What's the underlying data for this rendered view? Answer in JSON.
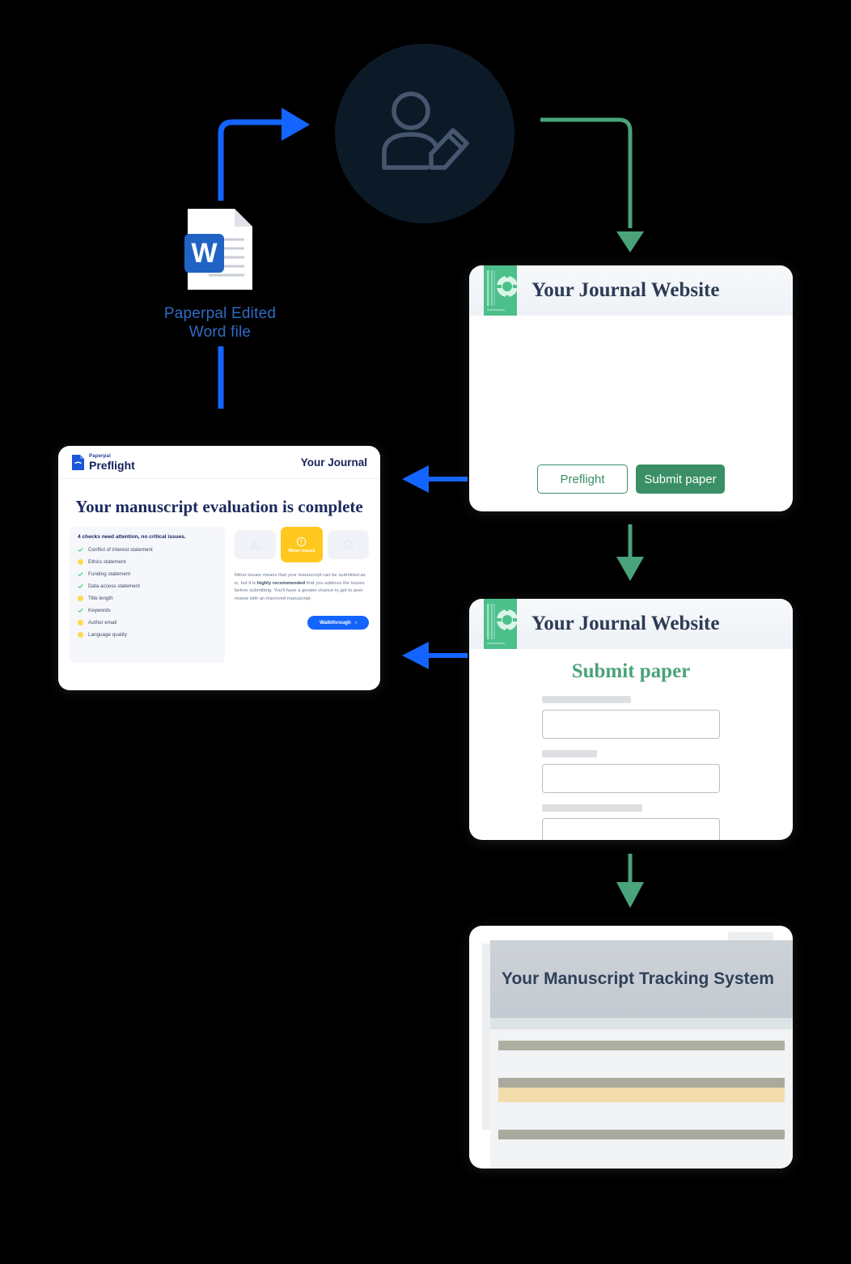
{
  "flow": {
    "avatar": {
      "icon": "author-edit-icon"
    },
    "word_file": {
      "icon": "word-document-icon",
      "badge_letter": "W",
      "label_line1": "Paperpal Edited",
      "label_line2": "Word file"
    },
    "colors": {
      "arrow_blue": "#1464ff",
      "arrow_green": "#4aa37a",
      "journal_green": "#3a8f66",
      "badge_yellow": "#ffc81f",
      "brand_navy": "#16225c",
      "background": "#000000"
    }
  },
  "preflight": {
    "logo_small": "Paperpal",
    "logo_large": "Preflight",
    "journal_name": "Your Journal",
    "title": "Your manuscript evaluation is complete",
    "checks_heading": "4 checks need attention, no critical issues.",
    "checks": [
      {
        "label": "Conflict of interest statement",
        "status": "pass"
      },
      {
        "label": "Ethics statement",
        "status": "warn"
      },
      {
        "label": "Funding statement",
        "status": "pass"
      },
      {
        "label": "Data access statement",
        "status": "pass"
      },
      {
        "label": "Title length",
        "status": "warn"
      },
      {
        "label": "Keywords",
        "status": "pass"
      },
      {
        "label": "Author email",
        "status": "warn"
      },
      {
        "label": "Language quality",
        "status": "warn"
      }
    ],
    "badges": [
      {
        "icon": "warning-triangle-icon",
        "label": "",
        "active": false
      },
      {
        "icon": "exclamation-circle-icon",
        "label": "Minor issues",
        "active": true
      },
      {
        "icon": "check-circle-icon",
        "label": "",
        "active": false
      }
    ],
    "status_text_1": "Minor issues means that your manuscript can be submitted as is, but it is ",
    "status_text_bold": "highly recommended",
    "status_text_2": " that you address the issues before submitting. You'll have a greater chance to get to peer review with an improved manuscript.",
    "walkthrough_label": "Walkthrough",
    "walkthrough_arrow": "›"
  },
  "journal_site": {
    "title": "Your Journal Website",
    "logo": "journal-cover-gear-icon",
    "preflight_button": "Preflight",
    "submit_button": "Submit paper"
  },
  "submit_form": {
    "title": "Your Journal Website",
    "heading": "Submit paper",
    "fields": [
      {
        "label_width": 110,
        "value": "",
        "placeholder": ""
      },
      {
        "label_width": 68,
        "value": "",
        "placeholder": ""
      },
      {
        "label_width": 124,
        "value": "",
        "placeholder": ""
      }
    ]
  },
  "tracking": {
    "title": "Your Manuscript Tracking System",
    "rows": [
      {
        "color": "#aeaea1"
      },
      {
        "color": "#a9a99d"
      },
      {
        "color": "#f3dcac"
      },
      {
        "color": "#a9a99d"
      }
    ]
  }
}
